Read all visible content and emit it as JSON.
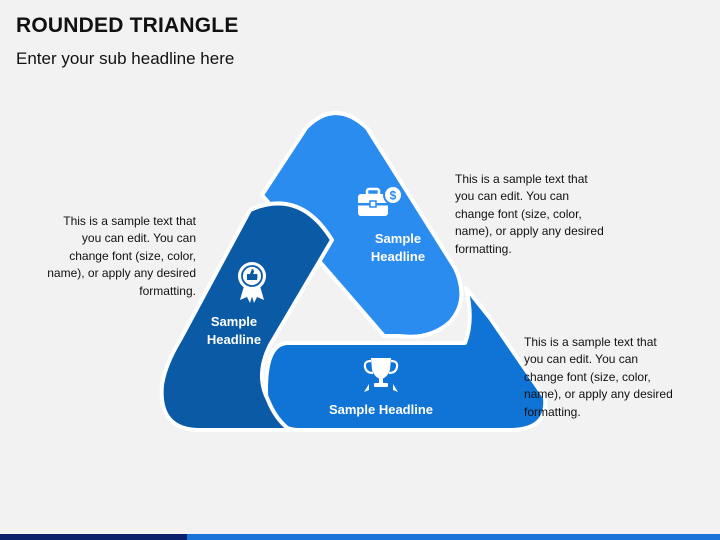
{
  "header": {
    "title": "ROUNDED TRIANGLE",
    "subtitle": "Enter your sub headline here"
  },
  "segments": {
    "top": {
      "headline_line1": "Sample",
      "headline_line2": "Headline",
      "icon": "briefcase-dollar-icon",
      "color": "#2b8cf0",
      "description": "This is a sample text that you can edit. You can change font (size, color, name), or apply any desired formatting."
    },
    "left": {
      "headline_line1": "Sample",
      "headline_line2": "Headline",
      "icon": "award-ribbon-icon",
      "color": "#0b5aa6",
      "description": "This is a sample text that you can edit. You can change font (size, color, name), or apply any desired formatting."
    },
    "bottom": {
      "headline": "Sample Headline",
      "icon": "trophy-icon",
      "color": "#0f74d6",
      "description": "This is a sample text that you can edit. You can change font (size, color, name), or apply any desired formatting."
    }
  },
  "colors": {
    "background": "#f2f2f2",
    "outline": "#ffffff",
    "bar_dark": "#0a1f6b",
    "bar_light": "#1a73d8"
  }
}
